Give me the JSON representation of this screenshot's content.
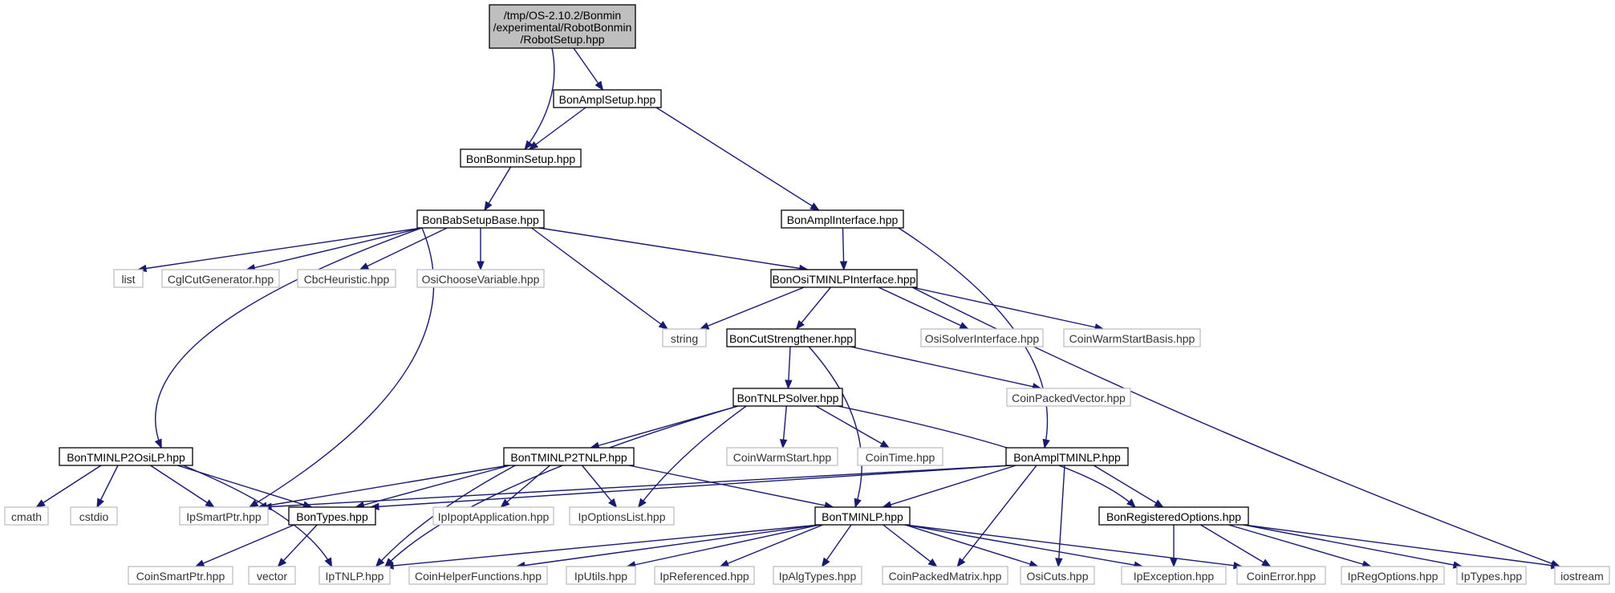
{
  "graph": {
    "title": "/tmp/OS-2.10.2/Bonmin/experimental/RobotBonmin/RobotSetup.hpp",
    "root_lines": [
      "/tmp/OS-2.10.2/Bonmin",
      "/experimental/RobotBonmin",
      "/RobotSetup.hpp"
    ],
    "colors": {
      "edge": "#191970",
      "root_fill": "#bfbfbf",
      "linked_border": "#000000",
      "plain_border": "#bfbfbf"
    },
    "nodes": {
      "root": "/tmp/OS-2.10.2/Bonmin/experimental/RobotBonmin/RobotSetup.hpp",
      "amplsetup": "BonAmplSetup.hpp",
      "bonminsetup": "BonBonminSetup.hpp",
      "amplinterface": "BonAmplInterface.hpp",
      "babsetupbase": "BonBabSetupBase.hpp",
      "list": "list",
      "cglcut": "CglCutGenerator.hpp",
      "cbcheur": "CbcHeuristic.hpp",
      "osichoose": "OsiChooseVariable.hpp",
      "ositminlp": "BonOsiTMINLPInterface.hpp",
      "string": "string",
      "cutstrength": "BonCutStrengthener.hpp",
      "osisolver": "OsiSolverInterface.hpp",
      "coinwarmbasis": "CoinWarmStartBasis.hpp",
      "coinpackedvec": "CoinPackedVector.hpp",
      "tnlpsolver": "BonTNLPSolver.hpp",
      "tminlp2osilp": "BonTMINLP2OsiLP.hpp",
      "tminlp2tnlp": "BonTMINLP2TNLP.hpp",
      "coinwarm": "CoinWarmStart.hpp",
      "cointime": "CoinTime.hpp",
      "ampltminlp": "BonAmplTMINLP.hpp",
      "cmath": "cmath",
      "cstdio": "cstdio",
      "ipsmartptr": "IpSmartPtr.hpp",
      "bontypes": "BonTypes.hpp",
      "ipoptapp": "IpIpoptApplication.hpp",
      "ipoptlist": "IpOptionsList.hpp",
      "tminlp": "BonTMINLP.hpp",
      "regopts": "BonRegisteredOptions.hpp",
      "coinsmartptr": "CoinSmartPtr.hpp",
      "vector": "vector",
      "iptnlp": "IpTNLP.hpp",
      "coinhelper": "CoinHelperFunctions.hpp",
      "iputils": "IpUtils.hpp",
      "ipreferenced": "IpReferenced.hpp",
      "ipalgtypes": "IpAlgTypes.hpp",
      "coinpackedmat": "CoinPackedMatrix.hpp",
      "osicuts": "OsiCuts.hpp",
      "ipexception": "IpException.hpp",
      "coinerror": "CoinError.hpp",
      "ipregoptions": "IpRegOptions.hpp",
      "iptypes": "IpTypes.hpp",
      "iostream": "iostream"
    }
  }
}
